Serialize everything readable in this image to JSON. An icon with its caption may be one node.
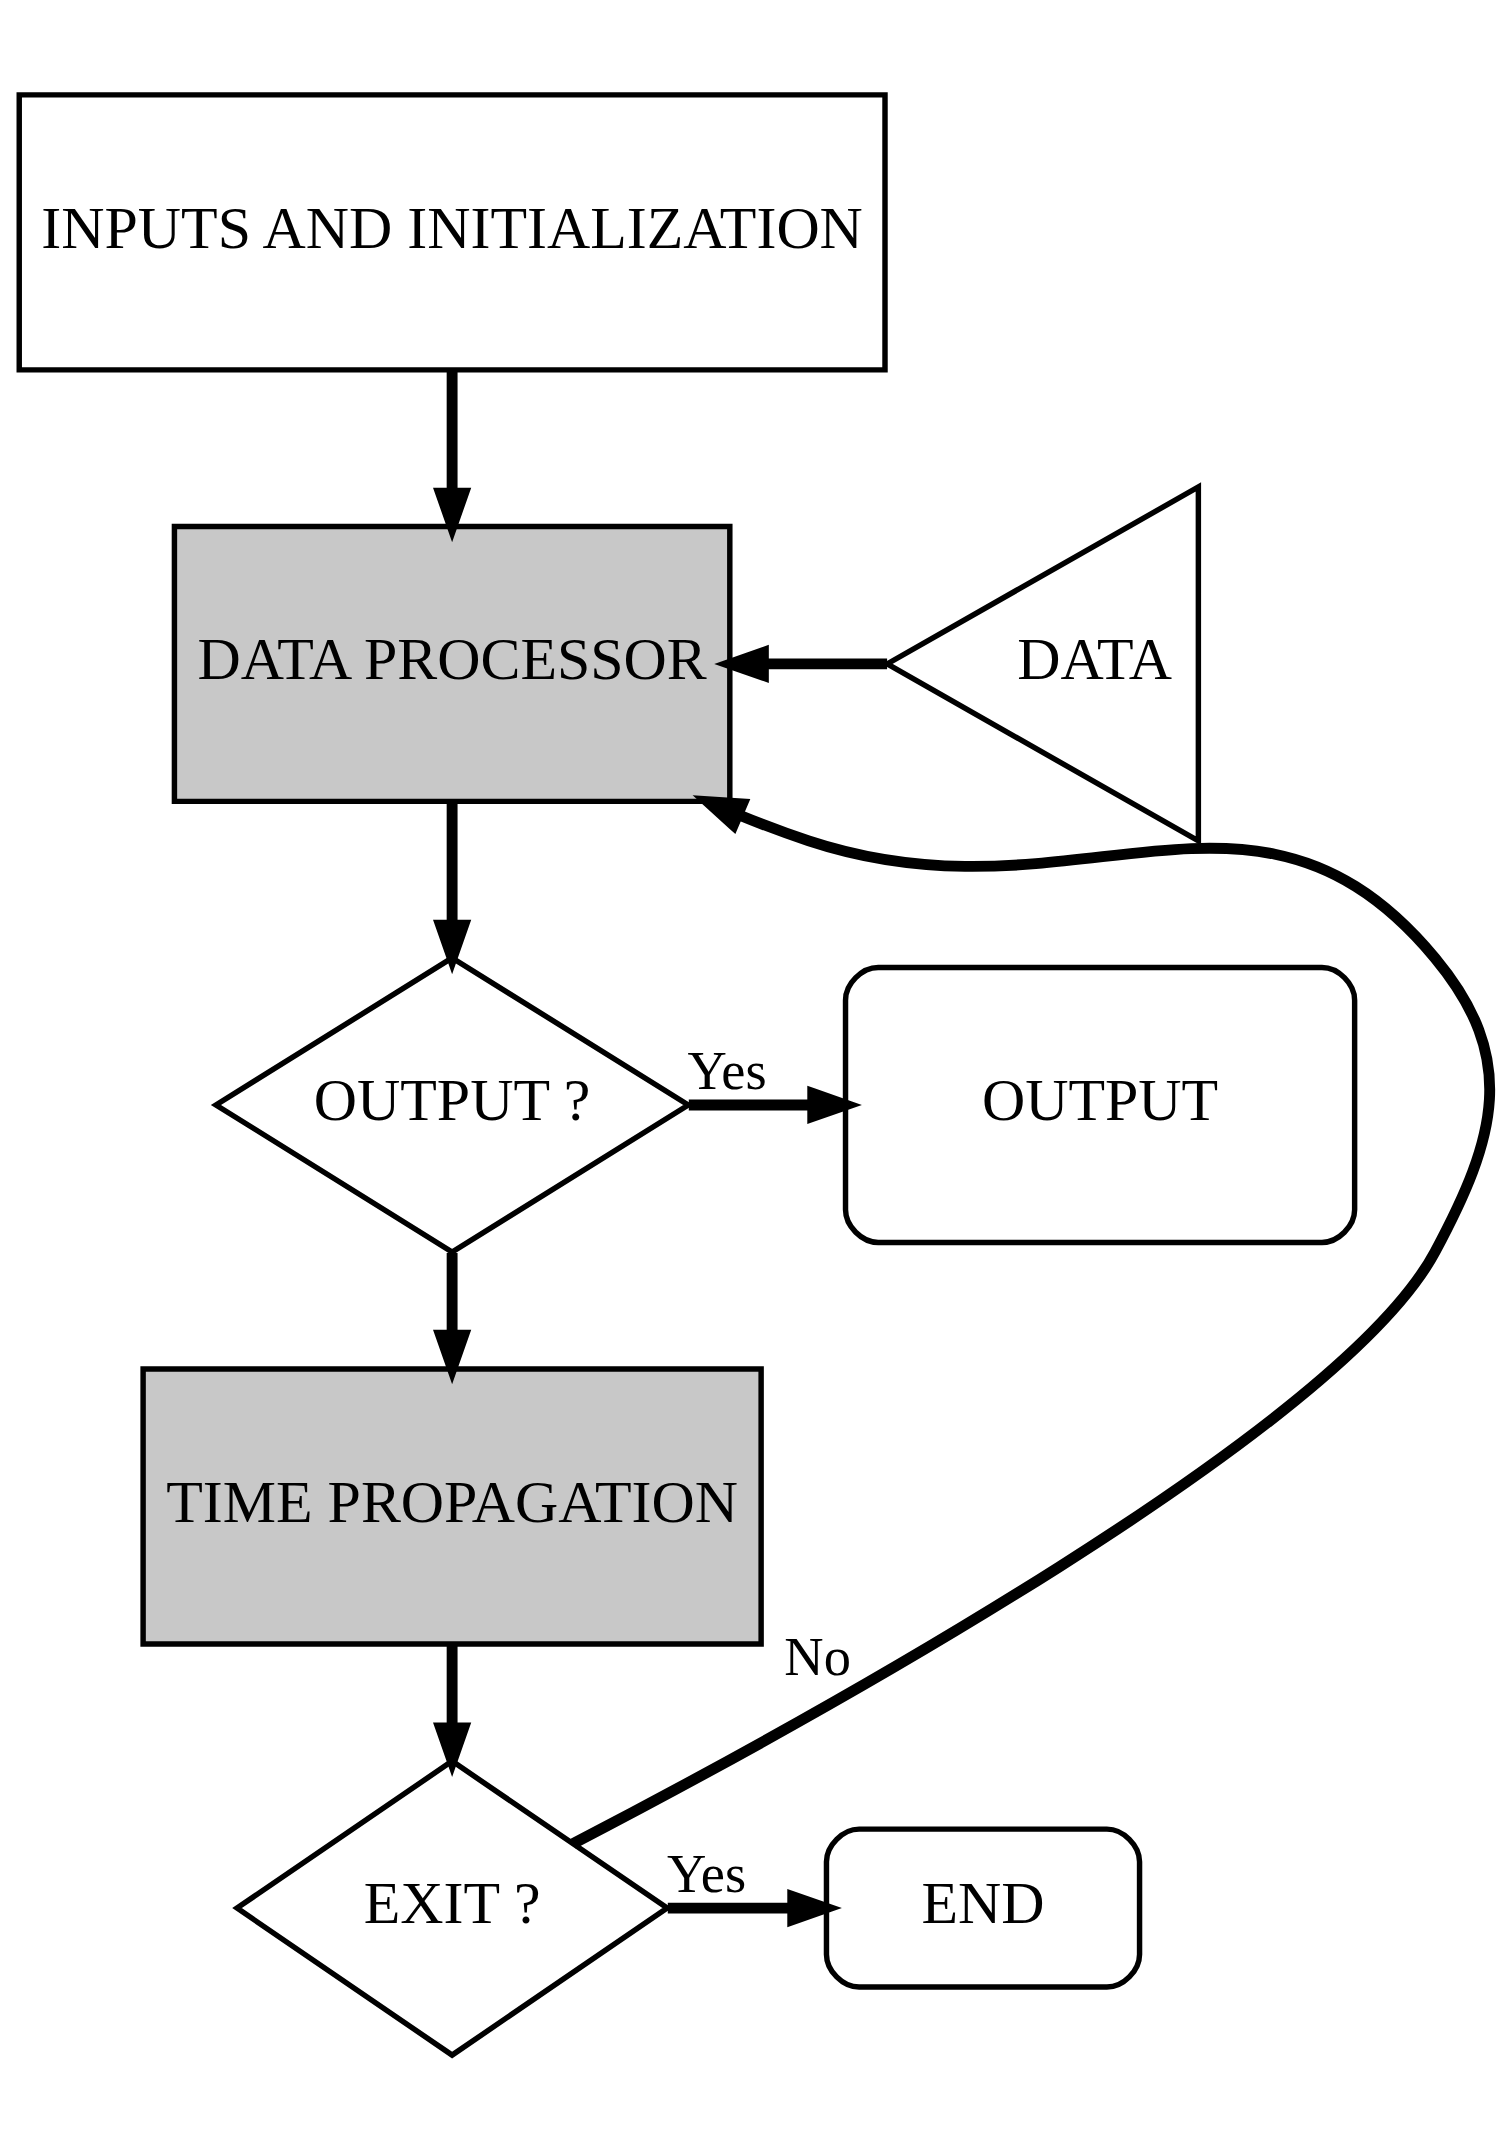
{
  "diagram": {
    "nodes": [
      {
        "text": [
          "INPUTS AND INITIALIZATION"
        ]
      },
      {
        "text": [
          "DATA PROCESSOR"
        ]
      },
      {
        "text": [
          "DATA"
        ]
      },
      {
        "text": [
          "OUTPUT ?"
        ]
      },
      {
        "text": [
          "OUTPUT"
        ]
      },
      {
        "text": [
          "TIME PROPAGATION"
        ]
      },
      {
        "text": [
          "EXIT ?"
        ]
      },
      {
        "text": [
          "END"
        ]
      }
    ],
    "edges": [
      {
        "from": 0,
        "to": 1,
        "arrow": "to"
      },
      {
        "from": 2,
        "to": 1,
        "arrow": "to"
      },
      {
        "from": 1,
        "to": 3,
        "arrow": "to"
      },
      {
        "from": 3,
        "to": 4,
        "label": "Yes",
        "arrow": "to"
      },
      {
        "from": 3,
        "to": 5,
        "arrow": "to"
      },
      {
        "from": 5,
        "to": 6,
        "arrow": "to"
      },
      {
        "from": 6,
        "to": 7,
        "label": "Yes",
        "arrow": "to"
      },
      {
        "from": 6,
        "to": 1,
        "label": "No",
        "arrow": "to"
      }
    ]
  }
}
